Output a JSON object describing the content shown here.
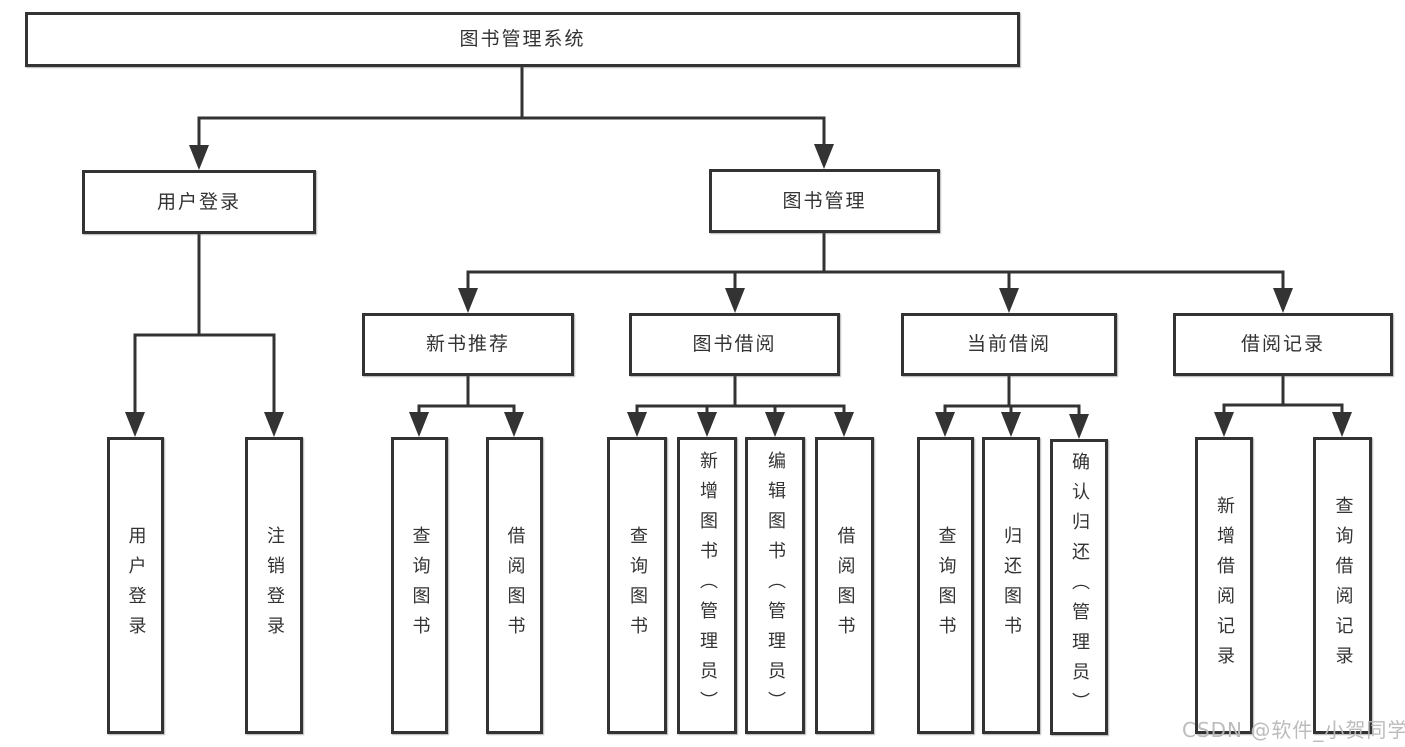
{
  "colors": {
    "line": "#333333",
    "box_border": "#333333",
    "text": "#333333",
    "background": "#ffffff",
    "watermark": "#b9b9b9"
  },
  "watermark": {
    "text": "CSDN @软件_小贺同学"
  },
  "tree": {
    "label": "图书管理系统",
    "children": [
      {
        "label": "用户登录",
        "children": [
          {
            "label": "用户登录"
          },
          {
            "label": "注销登录"
          }
        ]
      },
      {
        "label": "图书管理",
        "children": [
          {
            "label": "新书推荐",
            "children": [
              {
                "label": "查询图书"
              },
              {
                "label": "借阅图书"
              }
            ]
          },
          {
            "label": "图书借阅",
            "children": [
              {
                "label": "查询图书"
              },
              {
                "label": "新增图书（管理员）"
              },
              {
                "label": "编辑图书（管理员）"
              },
              {
                "label": "借阅图书"
              }
            ]
          },
          {
            "label": "当前借阅",
            "children": [
              {
                "label": "查询图书"
              },
              {
                "label": "归还图书"
              },
              {
                "label": "确认归还（管理员）"
              }
            ]
          },
          {
            "label": "借阅记录",
            "children": [
              {
                "label": "新增借阅记录"
              },
              {
                "label": "查询借阅记录"
              }
            ]
          }
        ]
      }
    ]
  }
}
